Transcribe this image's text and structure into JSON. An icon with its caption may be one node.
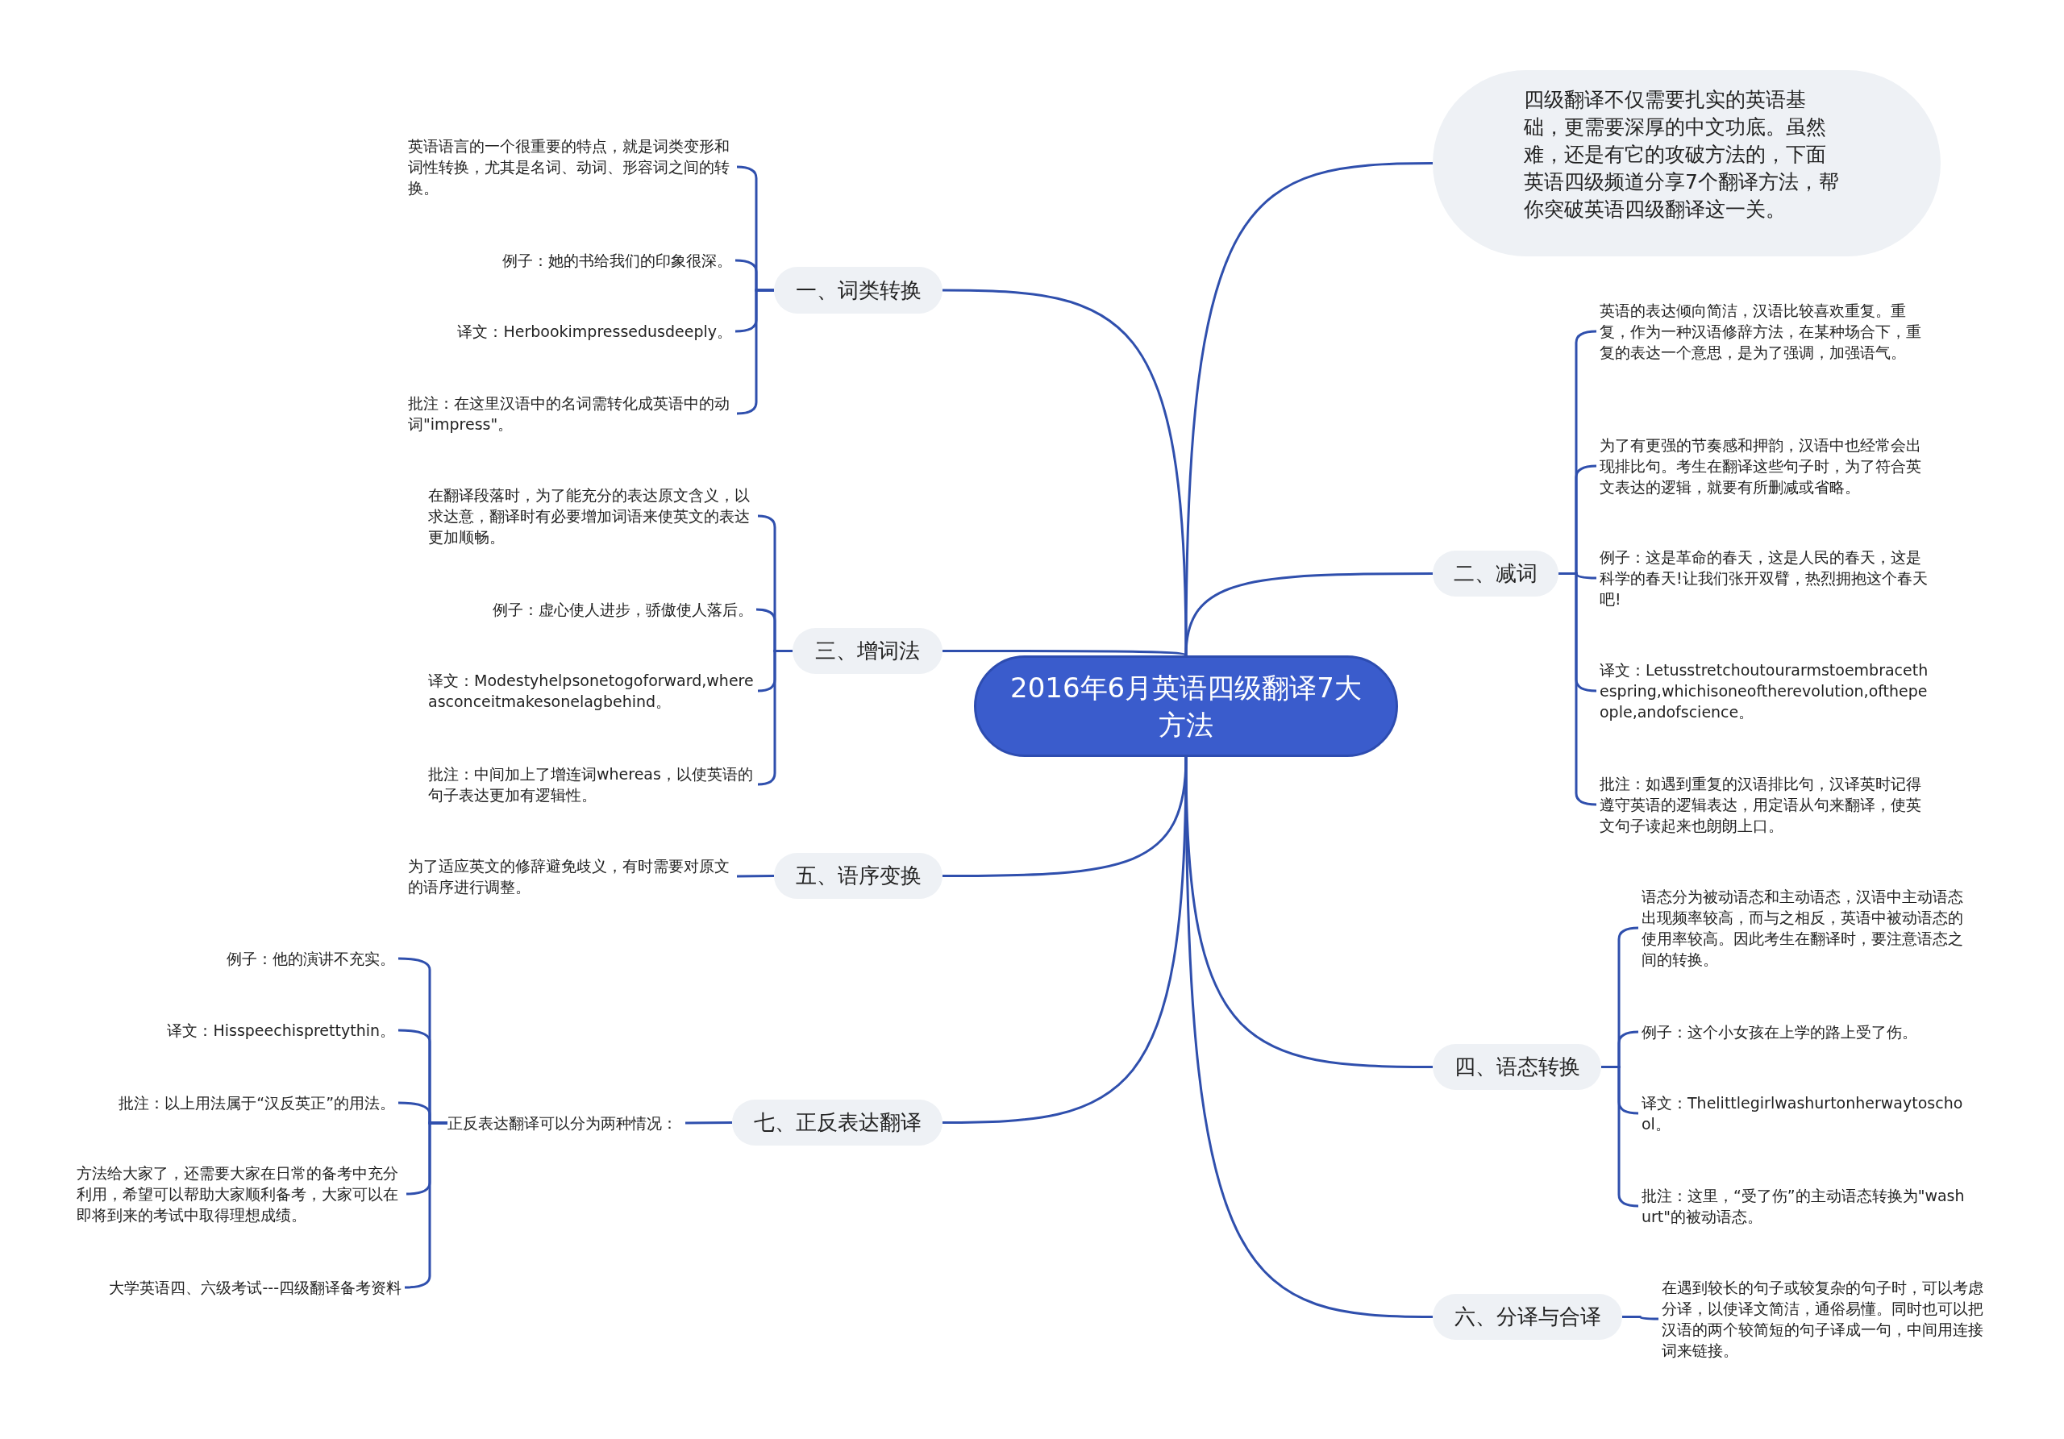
{
  "diagram": {
    "nodes": [
      {
        "text": [
          "2016年6月英语四级翻译7大方法"
        ]
      },
      {
        "text": [
          "四级翻译不仅需要扎实的英语基础，更需要深厚的中文功底。虽然难，还是有它的攻破方法的，下面英语四级频道分享7个翻译方法，帮你突破英语四级翻译这一关。"
        ]
      },
      {
        "text": [
          "一、词类转换"
        ]
      },
      {
        "text": [
          "英语语言的一个很重要的特点，就是词类变形和词性转换，尤其是名词、动词、形容词之间的转换。"
        ]
      },
      {
        "text": [
          "例子：她的书给我们的印象很深。"
        ]
      },
      {
        "text": [
          "译文：Herbookimpressedusdeeply。"
        ]
      },
      {
        "text": [
          "批注：在这里汉语中的名词需转化成英语中的动词\"impress\"。"
        ]
      },
      {
        "text": [
          "三、增词法"
        ]
      },
      {
        "text": [
          "在翻译段落时，为了能充分的表达原文含义，以求达意，翻译时有必要增加词语来使英文的表达更加顺畅。"
        ]
      },
      {
        "text": [
          "例子：虚心使人进步，骄傲使人落后。"
        ]
      },
      {
        "text": [
          "译文：Modestyhelpsonetogoforward,whereasconceitmakesonelagbehind。"
        ]
      },
      {
        "text": [
          "批注：中间加上了增连词whereas，以使英语的句子表达更加有逻辑性。"
        ]
      },
      {
        "text": [
          "五、语序变换"
        ]
      },
      {
        "text": [
          "为了适应英文的修辞避免歧义，有时需要对原文的语序进行调整。"
        ]
      },
      {
        "text": [
          "七、正反表达翻译"
        ]
      },
      {
        "text": [
          "正反表达翻译可以分为两种情况："
        ]
      },
      {
        "text": [
          "例子：他的演讲不充实。"
        ]
      },
      {
        "text": [
          "译文：Hisspeechisprettythin。"
        ]
      },
      {
        "text": [
          "批注：以上用法属于“汉反英正”的用法。"
        ]
      },
      {
        "text": [
          "方法给大家了，还需要大家在日常的备考中充分利用，希望可以帮助大家顺利备考，大家可以在即将到来的考试中取得理想成绩。"
        ]
      },
      {
        "text": [
          "大学英语四、六级考试---四级翻译备考资料"
        ]
      },
      {
        "text": [
          "二、减词"
        ]
      },
      {
        "text": [
          "英语的表达倾向简洁，汉语比较喜欢重复。重复，作为一种汉语修辞方法，在某种场合下，重复的表达一个意思，是为了强调，加强语气。"
        ]
      },
      {
        "text": [
          "为了有更强的节奏感和押韵，汉语中也经常会出现排比句。考生在翻译这些句子时，为了符合英文表达的逻辑，就要有所删减或省略。"
        ]
      },
      {
        "text": [
          "例子：这是革命的春天，这是人民的春天，这是科学的春天!让我们张开双臂，热烈拥抱这个春天吧!"
        ]
      },
      {
        "text": [
          "译文：Letusstretchoutourarmstoembracethespring,whichisoneoftherevolution,ofthepeople,andofscience。"
        ]
      },
      {
        "text": [
          "批注：如遇到重复的汉语排比句，汉译英时记得遵守英语的逻辑表达，用定语从句来翻译，使英文句子读起来也朗朗上口。"
        ]
      },
      {
        "text": [
          "四、语态转换"
        ]
      },
      {
        "text": [
          "语态分为被动语态和主动语态，汉语中主动语态出现频率较高，而与之相反，英语中被动语态的使用率较高。因此考生在翻译时，要注意语态之间的转换。"
        ]
      },
      {
        "text": [
          "例子：这个小女孩在上学的路上受了伤。"
        ]
      },
      {
        "text": [
          "译文：Thelittlegirlwashurtonherwaytoschool。"
        ]
      },
      {
        "text": [
          "批注：这里，“受了伤”的主动语态转换为\"washurt\"的被动语态。"
        ]
      },
      {
        "text": [
          "六、分译与合译"
        ]
      },
      {
        "text": [
          "在遇到较长的句子或较复杂的句子时，可以考虑分译，以使译文简洁，通俗易懂。同时也可以把汉语的两个较简短的句子译成一句，中间用连接词来链接。"
        ]
      }
    ],
    "edges": [
      {
        "from": 0,
        "to": 1,
        "arrow": "none"
      },
      {
        "from": 0,
        "to": 2,
        "arrow": "none"
      },
      {
        "from": 0,
        "to": 7,
        "arrow": "none"
      },
      {
        "from": 0,
        "to": 12,
        "arrow": "none"
      },
      {
        "from": 0,
        "to": 14,
        "arrow": "none"
      },
      {
        "from": 0,
        "to": 21,
        "arrow": "none"
      },
      {
        "from": 0,
        "to": 27,
        "arrow": "none"
      },
      {
        "from": 0,
        "to": 32,
        "arrow": "none"
      },
      {
        "from": 2,
        "to": 3,
        "arrow": "none"
      },
      {
        "from": 2,
        "to": 4,
        "arrow": "none"
      },
      {
        "from": 2,
        "to": 5,
        "arrow": "none"
      },
      {
        "from": 2,
        "to": 6,
        "arrow": "none"
      },
      {
        "from": 7,
        "to": 8,
        "arrow": "none"
      },
      {
        "from": 7,
        "to": 9,
        "arrow": "none"
      },
      {
        "from": 7,
        "to": 10,
        "arrow": "none"
      },
      {
        "from": 7,
        "to": 11,
        "arrow": "none"
      },
      {
        "from": 12,
        "to": 13,
        "arrow": "none"
      },
      {
        "from": 14,
        "to": 15,
        "arrow": "none"
      },
      {
        "from": 15,
        "to": 16,
        "arrow": "none"
      },
      {
        "from": 15,
        "to": 17,
        "arrow": "none"
      },
      {
        "from": 15,
        "to": 18,
        "arrow": "none"
      },
      {
        "from": 15,
        "to": 19,
        "arrow": "none"
      },
      {
        "from": 15,
        "to": 20,
        "arrow": "none"
      },
      {
        "from": 21,
        "to": 22,
        "arrow": "none"
      },
      {
        "from": 21,
        "to": 23,
        "arrow": "none"
      },
      {
        "from": 21,
        "to": 24,
        "arrow": "none"
      },
      {
        "from": 21,
        "to": 25,
        "arrow": "none"
      },
      {
        "from": 21,
        "to": 26,
        "arrow": "none"
      },
      {
        "from": 27,
        "to": 28,
        "arrow": "none"
      },
      {
        "from": 27,
        "to": 29,
        "arrow": "none"
      },
      {
        "from": 27,
        "to": 30,
        "arrow": "none"
      },
      {
        "from": 27,
        "to": 31,
        "arrow": "none"
      },
      {
        "from": 32,
        "to": 33,
        "arrow": "none"
      }
    ]
  }
}
